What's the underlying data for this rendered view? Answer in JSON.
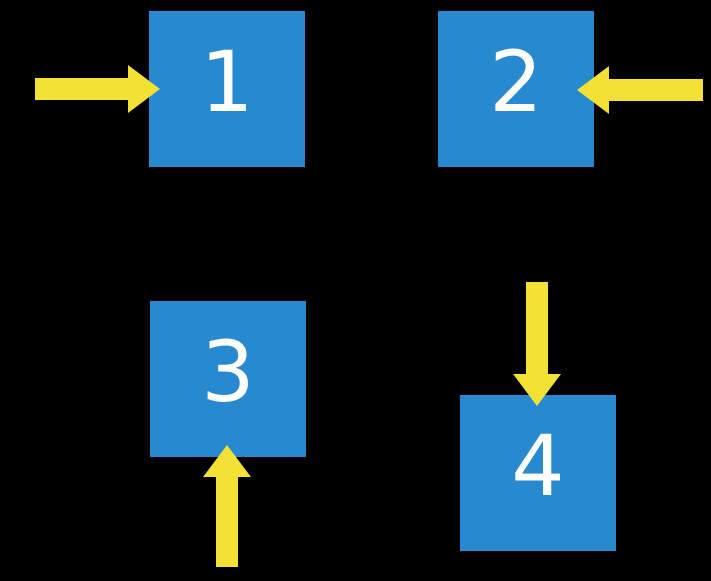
{
  "diagram": {
    "description": "Four numbered blue squares on a black background, each with a yellow arrow pointing into it",
    "boxes": [
      {
        "label": "1",
        "arrow": {
          "icon": "right-arrow-icon",
          "direction": "right",
          "enters_from": "left side"
        }
      },
      {
        "label": "2",
        "arrow": {
          "icon": "left-arrow-icon",
          "direction": "left",
          "enters_from": "right side"
        }
      },
      {
        "label": "3",
        "arrow": {
          "icon": "up-arrow-icon",
          "direction": "up",
          "enters_from": "bottom side"
        }
      },
      {
        "label": "4",
        "arrow": {
          "icon": "down-arrow-icon",
          "direction": "down",
          "enters_from": "top side"
        }
      }
    ]
  },
  "colors": {
    "background": "#000000",
    "box-blue": "#2789CF",
    "arrow-yellow": "#F3E235",
    "label-white": "#FFFFFF"
  }
}
